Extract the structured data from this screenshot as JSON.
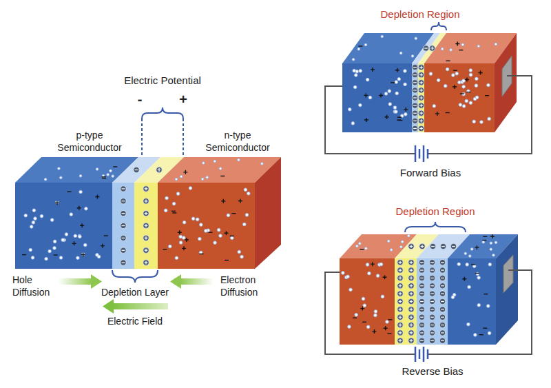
{
  "diagram": {
    "labels": [
      "Electric Potential",
      "-",
      "+",
      "p-type Semiconductor",
      "n-type Semiconductor",
      "Hole Diffusion",
      "Depletion Layer",
      "Electron Diffusion",
      "Electric Field",
      "Depletion Region",
      "Forward Bias",
      "Depletion Region",
      "Reverse Bias"
    ]
  }
}
